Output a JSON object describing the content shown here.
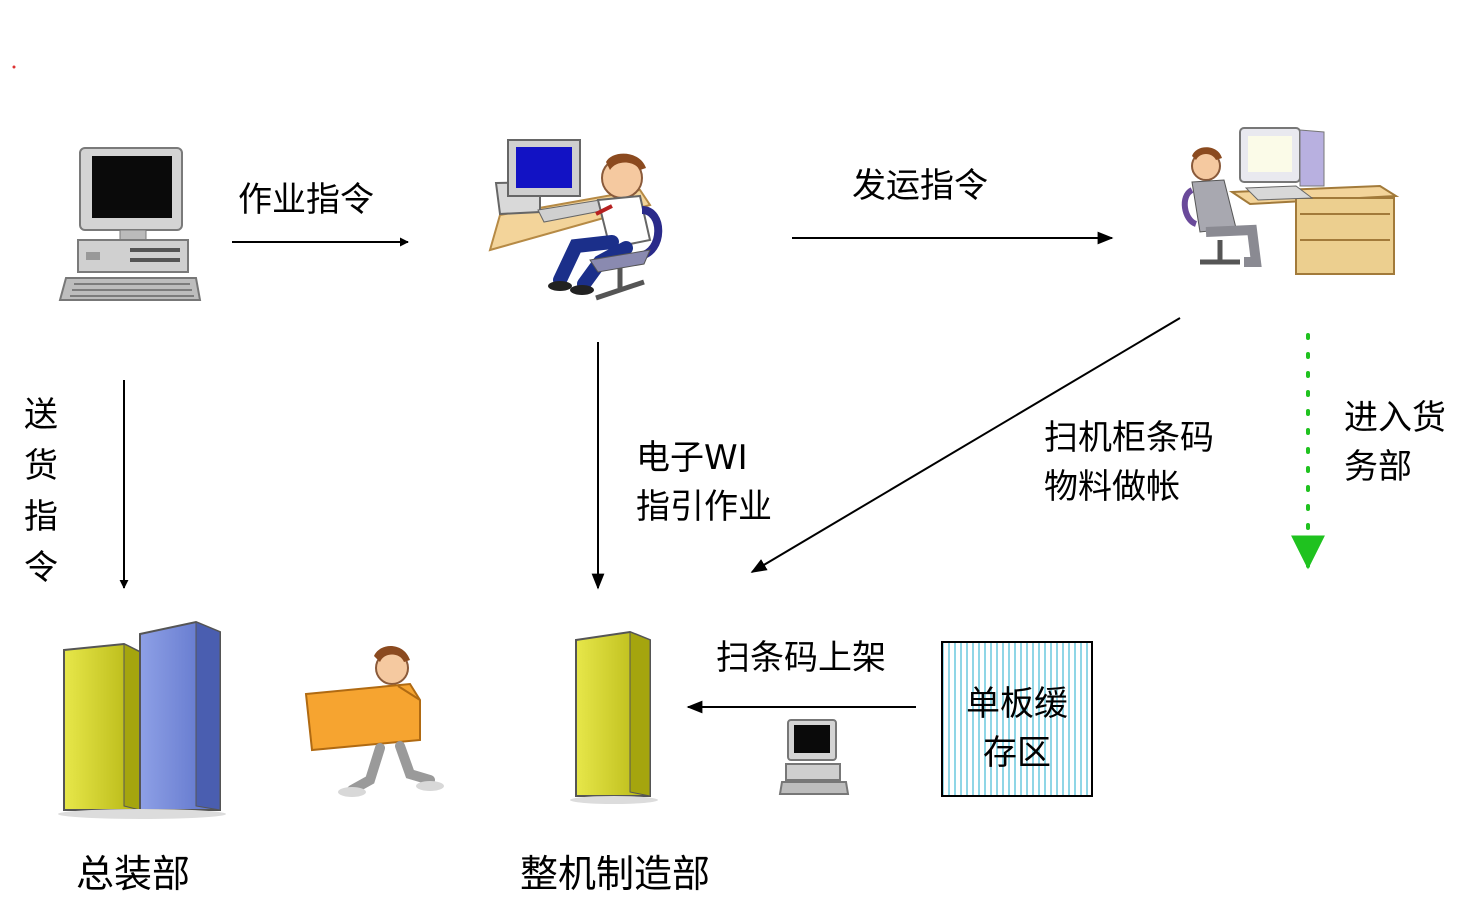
{
  "labels": {
    "work_instruction": "作业指令",
    "shipping_instruction": "发运指令",
    "delivery_instruction_chars": [
      "送",
      "货",
      "指",
      "令"
    ],
    "electronic_wi_line1": "电子WI",
    "electronic_wi_line2": "指引作业",
    "scan_cabinet_line1": "扫机柜条码",
    "scan_cabinet_line2": "物料做帐",
    "enter_goods_line1": "进入货",
    "enter_goods_line2": "务部",
    "scan_shelf": "扫条码上架",
    "buffer_line1": "单板缓",
    "buffer_line2": "存区",
    "general_assembly": "总装部",
    "whole_machine_mfg": "整机制造部"
  },
  "colors": {
    "arrow": "#000000",
    "dotted_arrow": "#1fc21f",
    "server_yellow": "#c9c91a",
    "server_blue": "#6f86d6",
    "box_orange": "#f6a430",
    "buffer_stripe": "#8fd6e6"
  },
  "icons": [
    "desktop-computer-icon",
    "office-worker-icon",
    "clerk-at-desk-icon",
    "server-tower-icon",
    "worker-carrying-box-icon",
    "small-computer-icon"
  ]
}
